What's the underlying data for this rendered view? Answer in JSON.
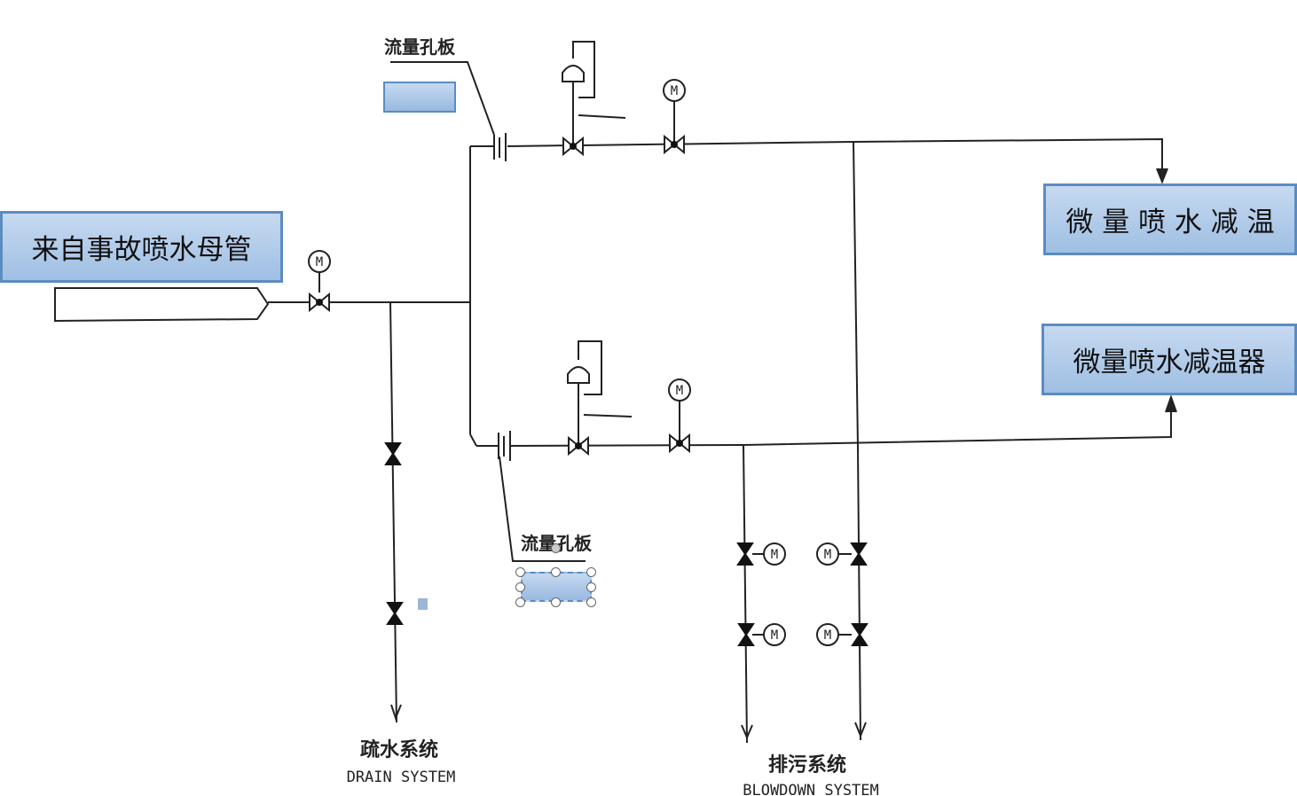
{
  "source_box": {
    "label": "来自事故喷水母管"
  },
  "target_box_1": {
    "label": "微 量 喷 水 减 温"
  },
  "target_box_2": {
    "label": "微量喷水减温器"
  },
  "orifice_label_top": "流量孔板",
  "orifice_label_bottom": "流量孔板",
  "motor_symbol": "M",
  "drain": {
    "cn": "疏水系统",
    "en": "DRAIN SYSTEM"
  },
  "blowdown": {
    "cn": "排污系统",
    "en": "BLOWDOWN SYSTEM"
  },
  "colors": {
    "box_fill": "#b3cdea",
    "box_border": "#5b8cc0",
    "line": "#222222"
  }
}
